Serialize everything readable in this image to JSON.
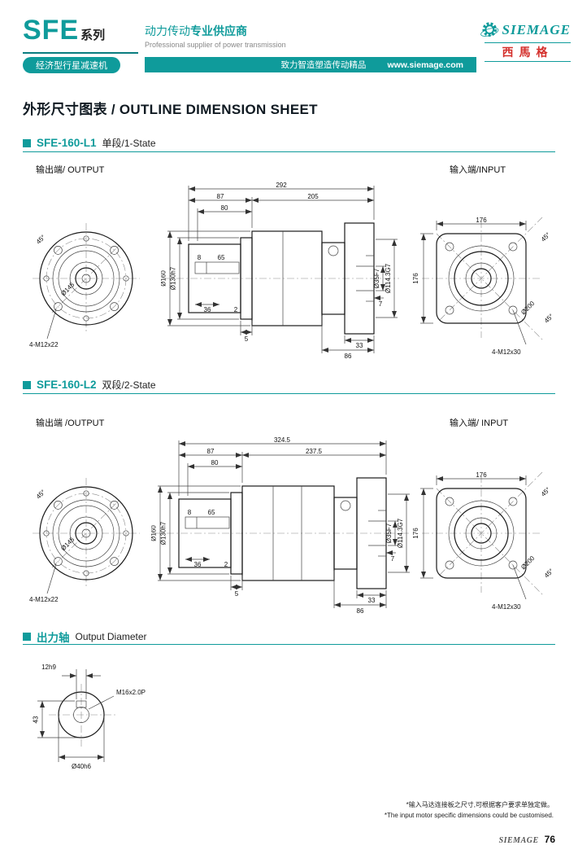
{
  "colors": {
    "accent": "#0f9b9b",
    "logo_red": "#d4302c"
  },
  "header": {
    "brand": "SFE",
    "series_label": "系列",
    "tagline_cn_regular": "动力传动",
    "tagline_cn_bold": "专业供应商",
    "tagline_en": "Professional supplier of power transmission",
    "product_badge": "经济型行星减速机",
    "slogan": "致力智造塑造传动精品",
    "website": "www.siemage.com",
    "logo_name": "SIEMAGE",
    "logo_cn": "西馬格"
  },
  "page_title": "外形尺寸图表 / OUTLINE DIMENSION SHEET",
  "sections": [
    {
      "model": "SFE-160-L1",
      "stage": "单段/1-State",
      "output_label": "输出端/ OUTPUT",
      "input_label": "输入端/INPUT",
      "dims": {
        "total": "292",
        "front": "87",
        "rear": "205",
        "d80": "80",
        "key_w": "8",
        "key_l": "65",
        "body_dia": "Ø160",
        "pilot_dia": "Ø130h7",
        "flange_dia": "Ø145",
        "d36": "36",
        "d2": "2",
        "d5": "5",
        "d33": "33",
        "d86": "86",
        "bore_dia": "Ø35F7",
        "spigot_dia": "Ø114.3G7",
        "d7": "7",
        "sq_w": "176",
        "sq_h": "176",
        "corner_dia": "Ø200",
        "angle_out": "45°",
        "angle_in_top": "45°",
        "angle_in_bottom": "45°",
        "bolt_out": "4-M12x22",
        "bolt_in": "4-M12x30"
      }
    },
    {
      "model": "SFE-160-L2",
      "stage": "双段/2-State",
      "output_label": "输出端 /OUTPUT",
      "input_label": "输入端/ INPUT",
      "dims": {
        "total": "324.5",
        "front": "87",
        "rear": "237.5",
        "d80": "80",
        "key_w": "8",
        "key_l": "65",
        "body_dia": "Ø160",
        "pilot_dia": "Ø130h7",
        "flange_dia": "Ø145",
        "d36": "36",
        "d2": "2",
        "d5": "5",
        "d33": "33",
        "d86": "86",
        "bore_dia": "Ø35F7",
        "spigot_dia": "Ø114.3G7",
        "d7": "7",
        "sq_w": "176",
        "sq_h": "176",
        "corner_dia": "Ø200",
        "angle_out": "45°",
        "angle_in_top": "45°",
        "angle_in_bottom": "45°",
        "bolt_out": "4-M12x22",
        "bolt_in": "4-M12x30"
      }
    }
  ],
  "output_shaft": {
    "title_cn": "出力轴",
    "title_en": "Output Diameter",
    "key_width": "12h9",
    "thread": "M16x2.0P",
    "flat_height": "43",
    "shaft_dia": "Ø40h6"
  },
  "footer": {
    "note_cn": "*输入马达连接板之尺寸,可根据客户要求单独定做。",
    "note_en": "*The input motor specific dimensions could be customised.",
    "brand": "SIEMAGE",
    "page": "76"
  }
}
